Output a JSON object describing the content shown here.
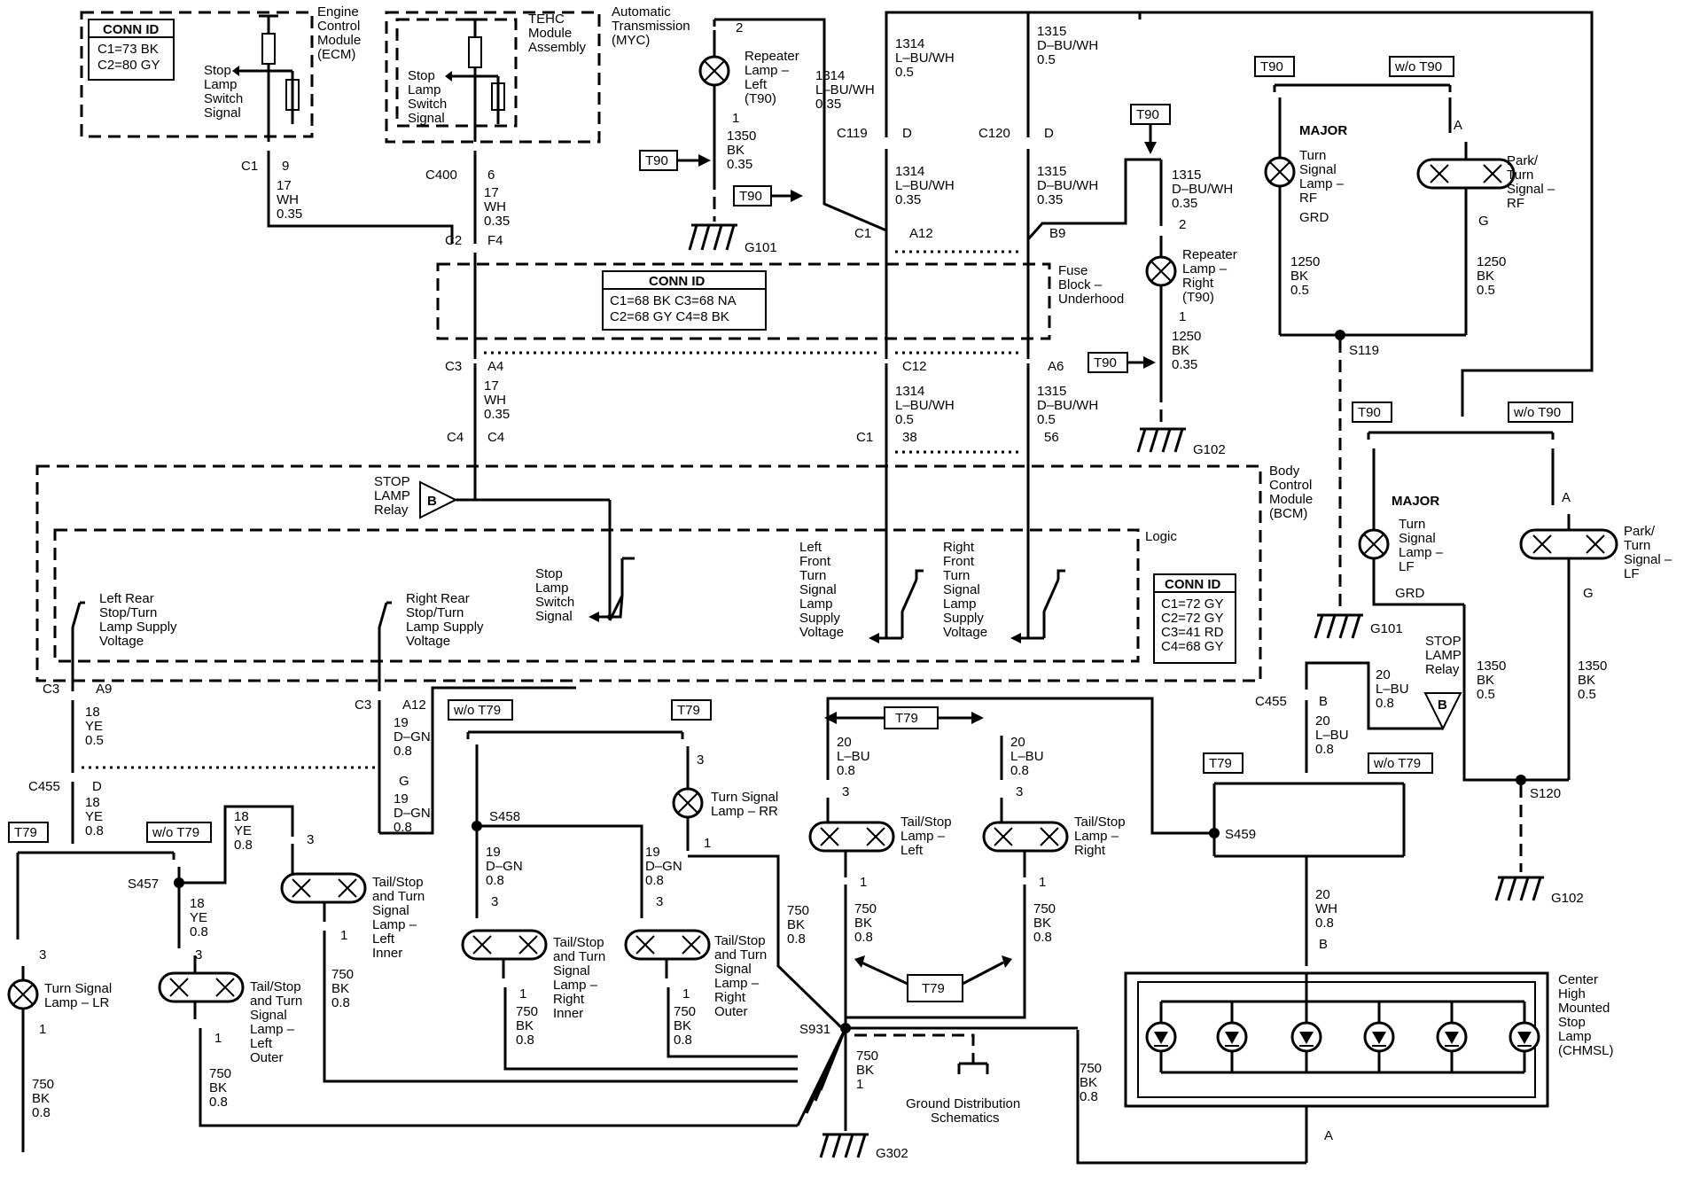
{
  "modules": {
    "ecm": {
      "label": [
        "Engine",
        "Control",
        "Module",
        "(ECM)"
      ],
      "signal": [
        "Stop",
        "Lamp",
        "Switch",
        "Signal"
      ],
      "conn_id": {
        "title": "CONN ID",
        "lines": [
          "C1=73 BK",
          "C2=80 GY"
        ]
      }
    },
    "tehc": {
      "label": [
        "TEHC",
        "Module",
        "Assembly"
      ],
      "signal": [
        "Stop",
        "Lamp",
        "Switch",
        "Signal"
      ]
    },
    "myc": {
      "label": [
        "Automatic",
        "Transmission",
        "(MYC)"
      ]
    },
    "fuse_block": {
      "label": [
        "Fuse",
        "Block –",
        "Underhood"
      ],
      "conn_id": {
        "title": "CONN ID",
        "lines": [
          "C1=68 BK  C3=68 NA",
          "C2=68 GY  C4=8 BK"
        ]
      }
    },
    "bcm": {
      "label": [
        "Body",
        "Control",
        "Module",
        "(BCM)"
      ],
      "logic": "Logic",
      "relay": [
        "STOP",
        "LAMP",
        "Relay"
      ],
      "relay_letter": "B",
      "conn_id": {
        "title": "CONN ID",
        "lines": [
          "C1=72 GY",
          "C2=72 GY",
          "C3=41 RD",
          "C4=68 GY"
        ]
      }
    },
    "ground_dist": [
      "Ground Distribution",
      "Schematics"
    ]
  },
  "bcm_labels": {
    "stop_switch": [
      "Stop",
      "Lamp",
      "Switch",
      "Signal"
    ],
    "left_front": [
      "Left",
      "Front",
      "Turn",
      "Signal",
      "Lamp",
      "Supply",
      "Voltage"
    ],
    "right_front": [
      "Right",
      "Front",
      "Turn",
      "Signal",
      "Lamp",
      "Supply",
      "Voltage"
    ],
    "left_rear": [
      "Left Rear",
      "Stop/Turn",
      "Lamp Supply",
      "Voltage"
    ],
    "right_rear": [
      "Right Rear",
      "Stop/Turn",
      "Lamp Supply",
      "Voltage"
    ]
  },
  "connectors": {
    "c1_9": [
      "C1",
      "9"
    ],
    "c400_6": [
      "C400",
      "6"
    ],
    "c2_f4": [
      "C2",
      "F4"
    ],
    "c3_a4": [
      "C3",
      "A4"
    ],
    "c4_c4": [
      "C4",
      "C4"
    ],
    "c119_d": [
      "C119",
      "D"
    ],
    "c120_d": [
      "C120",
      "D"
    ],
    "c1_a12": [
      "C1",
      "A12"
    ],
    "b9": "B9",
    "c12": "C12",
    "a6": "A6",
    "c1_38": [
      "C1",
      "38"
    ],
    "p56": "56",
    "c3_a9": [
      "C3",
      "A9"
    ],
    "c3_a12": [
      "C3",
      "A12"
    ],
    "c455_d": [
      "C455",
      "D"
    ],
    "g": "G",
    "c455_b": [
      "C455",
      "B"
    ],
    "pin2": "2",
    "pin1": "1",
    "pin3": "3",
    "pinA": "A",
    "pinB": "B",
    "pinG": "G"
  },
  "wires": {
    "w17wh_top": [
      "17",
      "WH",
      "0.35"
    ],
    "w17wh_mid": [
      "17",
      "WH",
      "0.35"
    ],
    "w17wh_low": [
      "17",
      "WH",
      "0.35"
    ],
    "w1350_top": [
      "1350",
      "BK",
      "0.35"
    ],
    "w1314_a": [
      "1314",
      "L–BU/WH",
      "0.35"
    ],
    "w1314_b": [
      "1314",
      "L–BU/WH",
      "0.5"
    ],
    "w1314_c": [
      "1314",
      "L–BU/WH",
      "0.35"
    ],
    "w1314_d": [
      "1314",
      "L–BU/WH",
      "0.5"
    ],
    "w1315_a": [
      "1315",
      "D–BU/WH",
      "0.5"
    ],
    "w1315_b": [
      "1315",
      "D–BU/WH",
      "0.35"
    ],
    "w1315_c": [
      "1315",
      "D–BU/WH",
      "0.35"
    ],
    "w1315_d": [
      "1315",
      "D–BU/WH",
      "0.5"
    ],
    "w1250_right": [
      "1250",
      "BK",
      "0.35"
    ],
    "w1250_rf1": [
      "1250",
      "BK",
      "0.5"
    ],
    "w1250_rf2": [
      "1250",
      "BK",
      "0.5"
    ],
    "w1350_lf1": [
      "1350",
      "BK",
      "0.5"
    ],
    "w1350_lf2": [
      "1350",
      "BK",
      "0.5"
    ],
    "w20lbu_relay": [
      "20",
      "L–BU",
      "0.8"
    ],
    "w20lbu_c455": [
      "20",
      "L–BU",
      "0.8"
    ],
    "w20lbu_tl": [
      "20",
      "L–BU",
      "0.8"
    ],
    "w20lbu_tr": [
      "20",
      "L–BU",
      "0.8"
    ],
    "w20wh": [
      "20",
      "WH",
      "0.8"
    ],
    "w18ye_a": [
      "18",
      "YE",
      "0.5"
    ],
    "w18ye_b": [
      "18",
      "YE",
      "0.8"
    ],
    "w18ye_c": [
      "18",
      "YE",
      "0.8"
    ],
    "w18ye_d": [
      "18",
      "YE",
      "0.8"
    ],
    "w19dgn_a": [
      "19",
      "D–GN",
      "0.8"
    ],
    "w19dgn_b": [
      "19",
      "D–GN",
      "0.8"
    ],
    "w19dgn_c": [
      "19",
      "D–GN",
      "0.8"
    ],
    "w19dgn_d": [
      "19",
      "D–GN",
      "0.8"
    ],
    "w750_a": [
      "750",
      "BK",
      "0.8"
    ],
    "w750_b": [
      "750",
      "BK",
      "0.8"
    ],
    "w750_c": [
      "750",
      "BK",
      "0.8"
    ],
    "w750_d": [
      "750",
      "BK",
      "0.8"
    ],
    "w750_e": [
      "750",
      "BK",
      "0.8"
    ],
    "w750_f": [
      "750",
      "BK",
      "0.8"
    ],
    "w750_g": [
      "750",
      "BK",
      "0.8"
    ],
    "w750_h": [
      "750",
      "BK",
      "0.8"
    ],
    "w750_i": [
      "750",
      "BK",
      "0.8"
    ],
    "w750_j": [
      "750",
      "BK",
      "1"
    ]
  },
  "options": {
    "t90": "T90",
    "wo_t90": "w/o T90",
    "t79": "T79",
    "wo_t79": "w/o T79"
  },
  "lamps": {
    "rep_left": [
      "Repeater",
      "Lamp –",
      "Left",
      "(T90)"
    ],
    "rep_right": [
      "Repeater",
      "Lamp –",
      "Right",
      "(T90)"
    ],
    "major": "MAJOR",
    "grd": "GRD",
    "turn_rf": [
      "Turn",
      "Signal",
      "Lamp –",
      "RF"
    ],
    "park_rf": [
      "Park/",
      "Turn",
      "Signal –",
      "RF"
    ],
    "turn_lf": [
      "Turn",
      "Signal",
      "Lamp –",
      "LF"
    ],
    "park_lf": [
      "Park/",
      "Turn",
      "Signal –",
      "LF"
    ],
    "turn_rr": [
      "Turn Signal",
      "Lamp – RR"
    ],
    "tail_left": [
      "Tail/Stop",
      "Lamp –",
      "Left"
    ],
    "tail_right": [
      "Tail/Stop",
      "Lamp –",
      "Right"
    ],
    "ts_left_inner": [
      "Tail/Stop",
      "and Turn",
      "Signal",
      "Lamp –",
      "Left",
      "Inner"
    ],
    "ts_right_inner": [
      "Tail/Stop",
      "and Turn",
      "Signal",
      "Lamp –",
      "Right",
      "Inner"
    ],
    "ts_right_outer": [
      "Tail/Stop",
      "and Turn",
      "Signal",
      "Lamp –",
      "Right",
      "Outer"
    ],
    "ts_left_outer": [
      "Tail/Stop",
      "and Turn",
      "Signal",
      "Lamp –",
      "Left",
      "Outer"
    ],
    "turn_lr": [
      "Turn Signal",
      "Lamp – LR"
    ],
    "chmsl": [
      "Center",
      "High",
      "Mounted",
      "Stop",
      "Lamp",
      "(CHMSL)"
    ]
  },
  "grounds": {
    "g101": "G101",
    "g102": "G102",
    "g302": "G302"
  },
  "splices": {
    "s119": "S119",
    "s120": "S120",
    "s457": "S457",
    "s458": "S458",
    "s459": "S459",
    "s931": "S931"
  }
}
